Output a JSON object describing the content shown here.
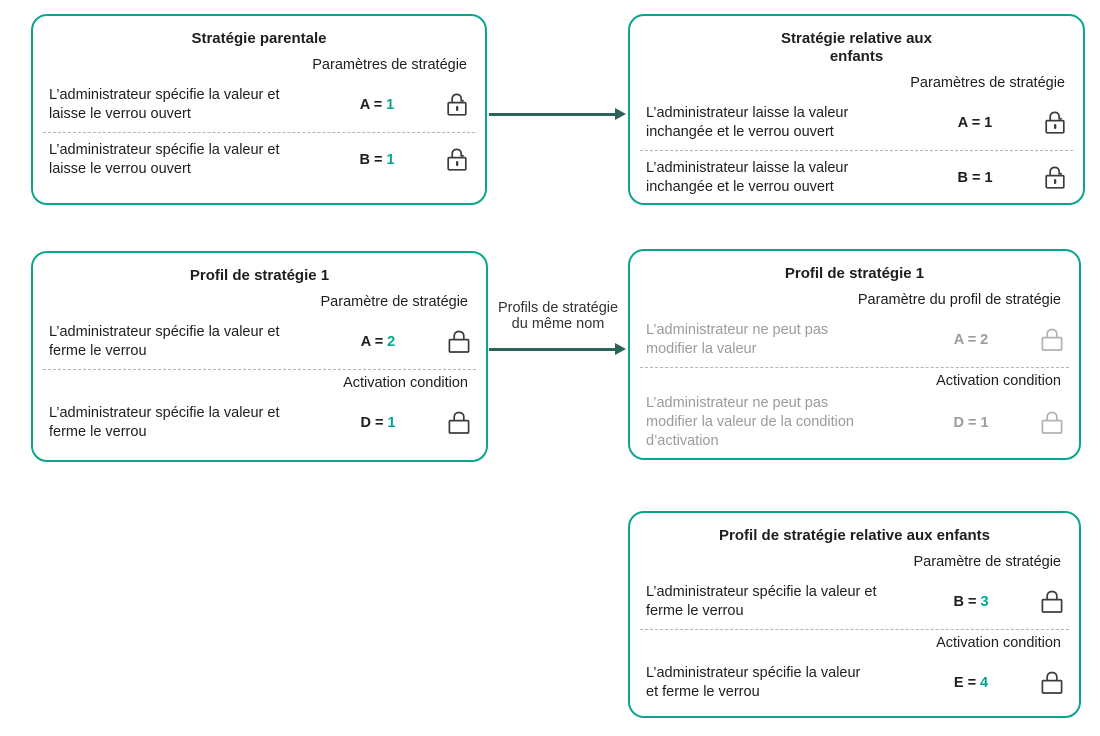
{
  "colors": {
    "box_border_teal": "#0BA58C",
    "value_teal": "#00A88E",
    "arrow_dark_teal": "#2C6459",
    "text_dark": "#1E1E1C",
    "text_disabled_gray": "#9B9B9B",
    "lock_dark": "#3C3C3C",
    "lock_disabled_gray": "#B3B3B3",
    "divider_gray": "#B5B5B5"
  },
  "arrow_label": "Profils de stratégie\ndu même nom",
  "boxes": {
    "parent": {
      "title": "Stratégie parentale",
      "sections": [
        {
          "header": "Paramètres de stratégie",
          "rows": [
            {
              "description": "L’administrateur spécifie la valeur et\nlaisse le verrou ouvert",
              "param": "A =",
              "value": "1",
              "value_color": "teal",
              "lock": "open"
            },
            {
              "description": "L’administrateur spécifie la valeur et\nlaisse le verrou ouvert",
              "param": "B =",
              "value": "1",
              "value_color": "teal",
              "lock": "open"
            }
          ]
        }
      ]
    },
    "child": {
      "title": "Stratégie relative aux\nenfants",
      "sections": [
        {
          "header": "Paramètres de stratégie",
          "rows": [
            {
              "description": "L’administrateur laisse la valeur\ninchangée et le verrou ouvert",
              "param": "A =",
              "value": "1",
              "value_color": "black",
              "lock": "open"
            },
            {
              "description": "L’administrateur laisse la valeur\ninchangée et le verrou ouvert",
              "param": "B =",
              "value": "1",
              "value_color": "black",
              "lock": "open"
            }
          ]
        }
      ]
    },
    "profile1_parent": {
      "title": "Profil de stratégie 1",
      "sections": [
        {
          "header": "Paramètre de stratégie",
          "rows": [
            {
              "description": "L’administrateur spécifie la valeur et\nferme le verrou",
              "param": "A =",
              "value": "2",
              "value_color": "teal",
              "lock": "closed"
            }
          ]
        },
        {
          "header": "Activation condition",
          "rows": [
            {
              "description": "L’administrateur spécifie la valeur et\nferme le verrou",
              "param": "D =",
              "value": "1",
              "value_color": "teal",
              "lock": "closed"
            }
          ]
        }
      ]
    },
    "profile1_child": {
      "title": "Profil de stratégie 1",
      "sections": [
        {
          "header": "Paramètre du profil de stratégie",
          "rows": [
            {
              "description": "L’administrateur ne peut pas\nmodifier la valeur",
              "param": "A =",
              "value": "2",
              "value_color": "gray",
              "lock": "closed-gray"
            }
          ]
        },
        {
          "header": "Activation condition",
          "rows": [
            {
              "description": "L’administrateur ne peut pas\nmodifier la valeur de la condition\nd’activation",
              "param": "D =",
              "value": "1",
              "value_color": "gray",
              "lock": "closed-gray"
            }
          ]
        }
      ]
    },
    "child_profile": {
      "title": "Profil de stratégie relative aux enfants",
      "sections": [
        {
          "header": "Paramètre de stratégie",
          "rows": [
            {
              "description": "L’administrateur spécifie la valeur et\nferme le verrou",
              "param": "B =",
              "value": "3",
              "value_color": "teal",
              "lock": "closed"
            }
          ]
        },
        {
          "header": "Activation condition",
          "rows": [
            {
              "description": "L’administrateur spécifie la valeur\net ferme le verrou",
              "param": "E =",
              "value": "4",
              "value_color": "teal",
              "lock": "closed"
            }
          ]
        }
      ]
    }
  }
}
